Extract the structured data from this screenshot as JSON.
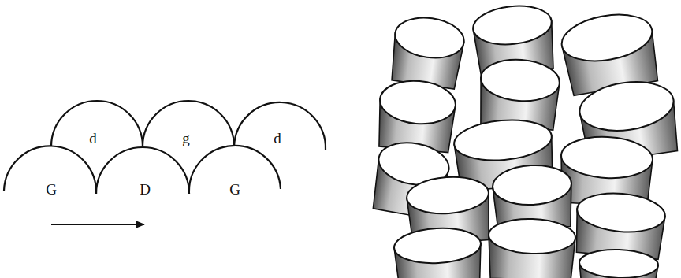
{
  "diagram": {
    "labels": [
      "d",
      "g",
      "d",
      "G",
      "D",
      "G"
    ]
  }
}
